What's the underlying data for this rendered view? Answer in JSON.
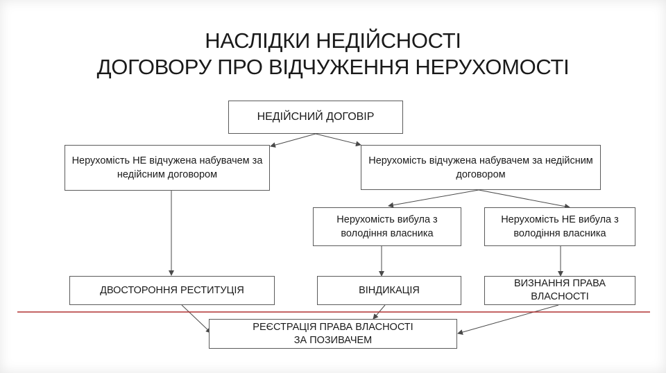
{
  "title": {
    "line1": "НАСЛІДКИ НЕДІЙСНОСТІ",
    "line2": "ДОГОВОРУ ПРО ВІДЧУЖЕННЯ НЕРУХОМОСТІ"
  },
  "nodes": {
    "root": "НЕДІЙСНИЙ ДОГОВІР",
    "not_alienated": "Нерухомість НЕ відчужена набувачем за недійсним договором",
    "alienated": "Нерухомість відчужена набувачем за недійсним договором",
    "left_possession": "Нерухомість вибула з володіння власника",
    "not_left_possession": "Нерухомість НЕ вибула з володіння власника",
    "restitution": "ДВОСТОРОННЯ РЕСТИТУЦІЯ",
    "vindication": "ВІНДИКАЦІЯ",
    "recognition": "ВИЗНАННЯ ПРАВА ВЛАСНОСТІ",
    "registration": "РЕЄСТРАЦІЯ ПРАВА ВЛАСНОСТІ ЗА ПОЗИВАЧЕМ"
  },
  "colors": {
    "divider": "#b03030",
    "stroke": "#5a5a5a",
    "arrow": "#4a4a4a"
  }
}
